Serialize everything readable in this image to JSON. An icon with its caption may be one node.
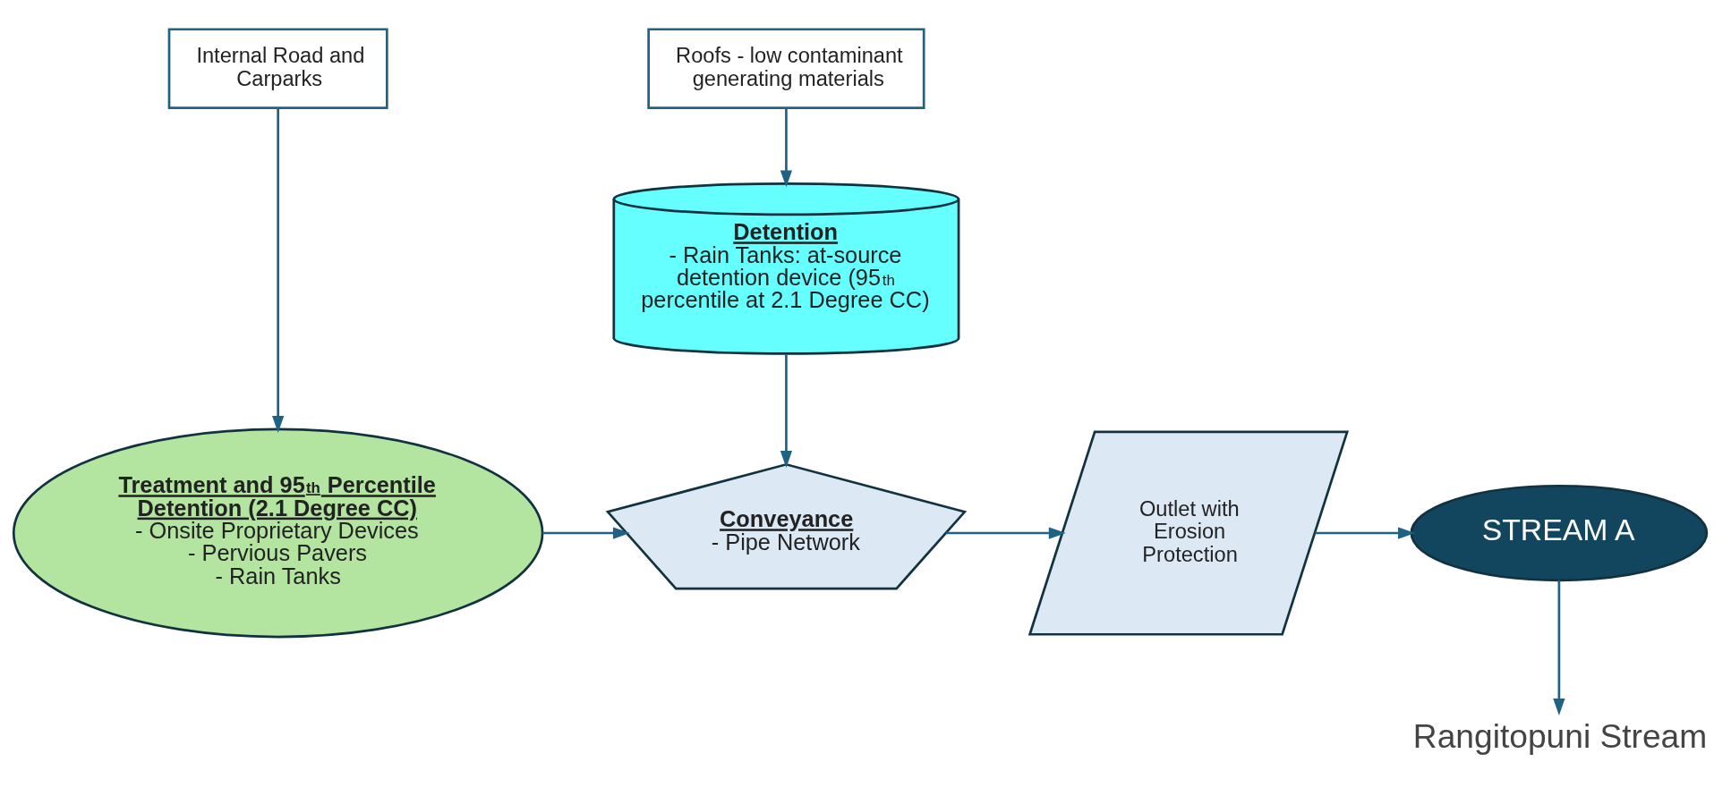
{
  "diagram": {
    "nodes": [
      {
        "text": [
          "Internal Road and Carparks"
        ]
      },
      {
        "text": [
          "Roofs - low contaminant generating materials"
        ]
      },
      {
        "text": [
          "Detention",
          "- Rain Tanks: at-source detention device (95$^{th}$ percentile at 2.1 Degree CC)"
        ]
      },
      {
        "text": [
          "Treatment and 95$^{th}$ Percentile Detention (2.1 Degree CC)",
          "- Onsite Proprietary Devices",
          "- Pervious Pavers",
          "- Rain Tanks"
        ]
      },
      {
        "text": [
          "Conveyance",
          "- Pipe Network"
        ]
      },
      {
        "text": [
          "Outlet with Erosion Protection"
        ]
      },
      {
        "text": [
          "STREAM A"
        ]
      },
      {
        "text": [
          "Rangitopuni Stream"
        ]
      }
    ],
    "edges": [
      {
        "from": 0,
        "to": 3,
        "arrow": "to"
      },
      {
        "from": 1,
        "to": 2,
        "arrow": "to"
      },
      {
        "from": 2,
        "to": 4,
        "arrow": "to"
      },
      {
        "from": 3,
        "to": 4,
        "arrow": "to"
      },
      {
        "from": 4,
        "to": 5,
        "arrow": "to"
      },
      {
        "from": 5,
        "to": 6,
        "arrow": "to"
      },
      {
        "from": 6,
        "to": 7,
        "arrow": "to"
      }
    ]
  }
}
